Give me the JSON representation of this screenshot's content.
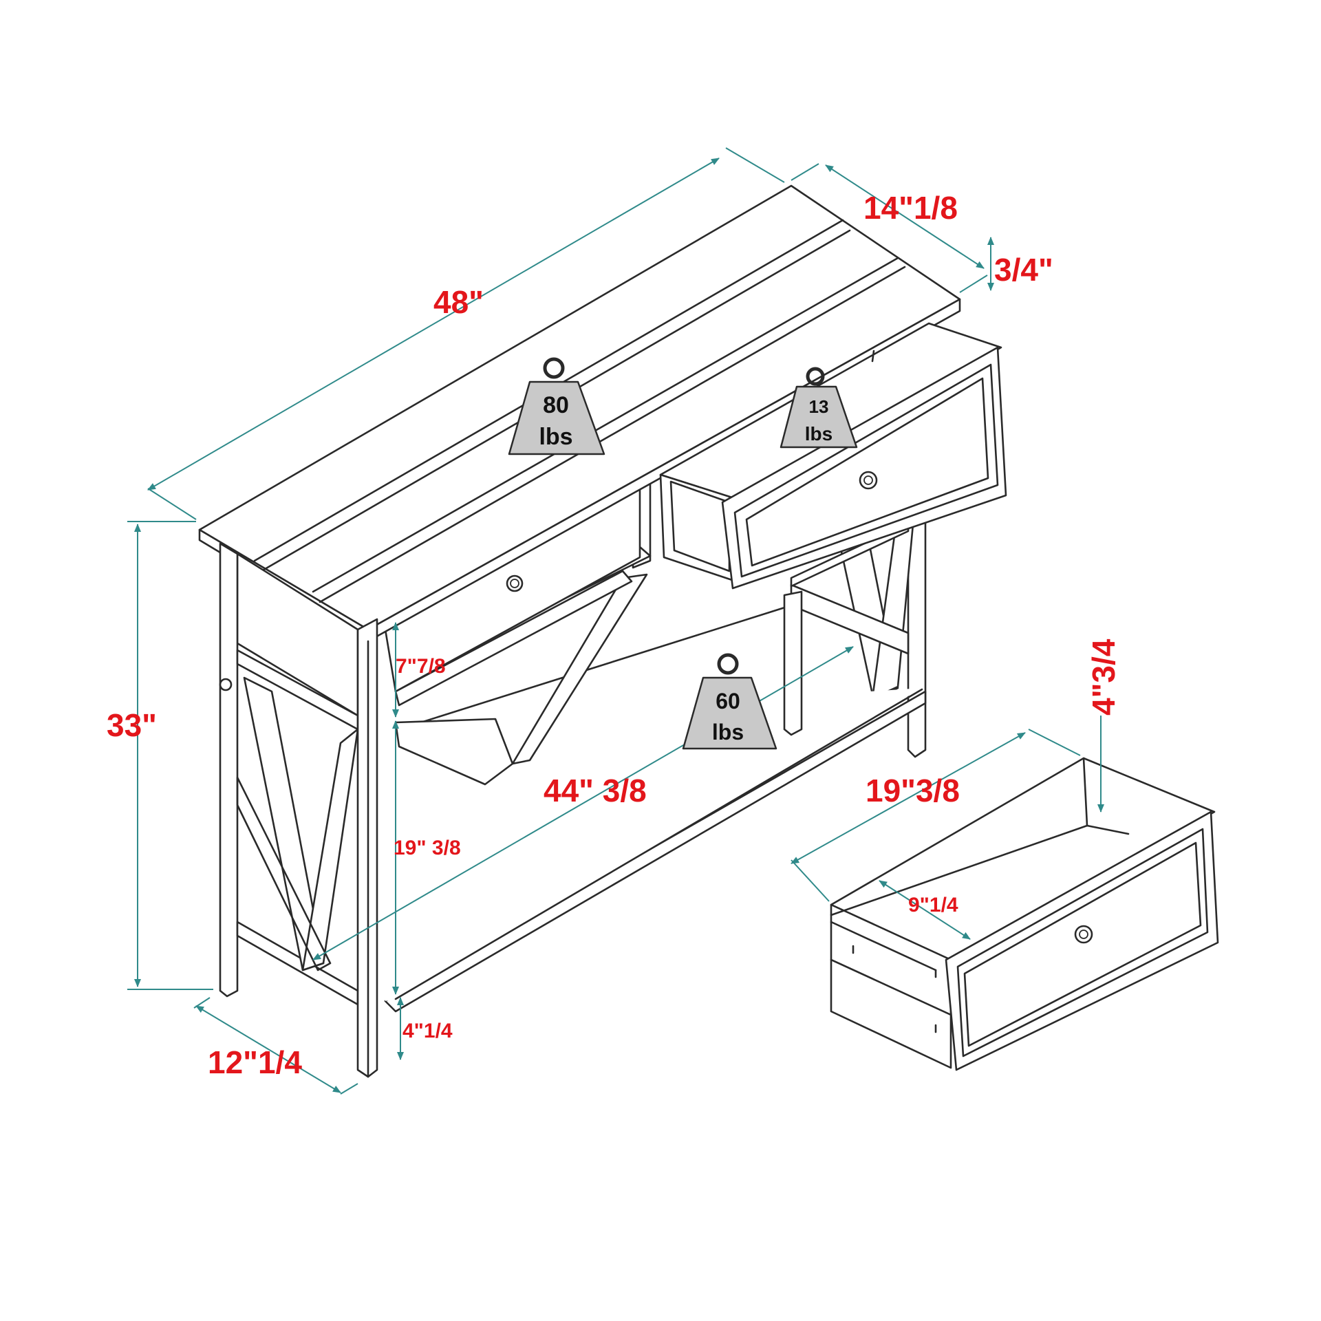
{
  "dimensions": {
    "width_48": "48\"",
    "depth_14": "14\"1/8",
    "top_thickness": "3/4\"",
    "height_33": "33\"",
    "shelf_width": "44\" 3/8",
    "drawer_opening": "7\"7/8",
    "shelf_height": "19\" 3/8",
    "bottom_clearance": "4\"1/4",
    "leg_depth": "12\"1/4",
    "drawer_length": "19\"3/8",
    "drawer_height": "4\"3/4",
    "drawer_inner_width": "9\"1/4"
  },
  "weights": {
    "top": {
      "value": "80",
      "unit": "lbs"
    },
    "drawer": {
      "value": "13",
      "unit": "lbs"
    },
    "shelf": {
      "value": "60",
      "unit": "lbs"
    }
  },
  "colors": {
    "dimension_text": "#e3161b",
    "dimension_line": "#2f8a8a",
    "outline": "#2a2a2a",
    "weight_fill": "#c9c9c9"
  }
}
